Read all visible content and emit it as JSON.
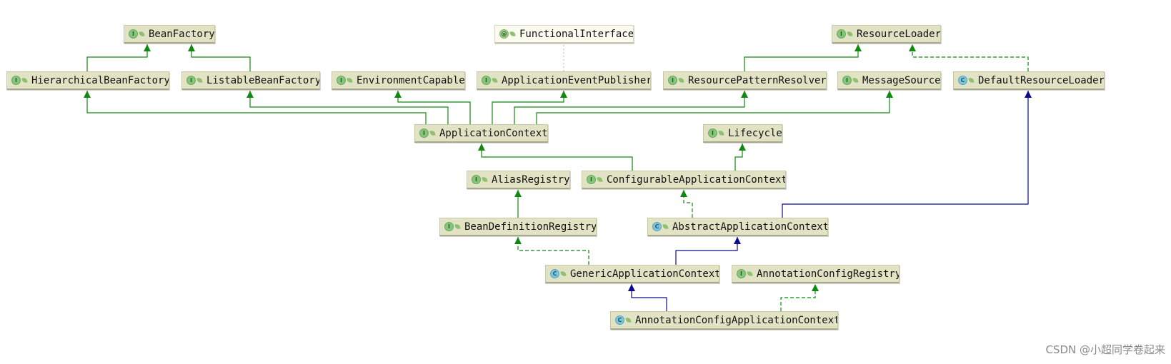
{
  "nodes": {
    "BeanFactory": {
      "label": "BeanFactory",
      "kind": "interface",
      "badge": "I"
    },
    "FunctionalInterface": {
      "label": "FunctionalInterface",
      "kind": "annotation",
      "badge": "@"
    },
    "ResourceLoader": {
      "label": "ResourceLoader",
      "kind": "interface",
      "badge": "I"
    },
    "HierarchicalBeanFactory": {
      "label": "HierarchicalBeanFactory",
      "kind": "interface",
      "badge": "I"
    },
    "ListableBeanFactory": {
      "label": "ListableBeanFactory",
      "kind": "interface",
      "badge": "I"
    },
    "EnvironmentCapable": {
      "label": "EnvironmentCapable",
      "kind": "interface",
      "badge": "I"
    },
    "ApplicationEventPublisher": {
      "label": "ApplicationEventPublisher",
      "kind": "interface",
      "badge": "I"
    },
    "ResourcePatternResolver": {
      "label": "ResourcePatternResolver",
      "kind": "interface",
      "badge": "I"
    },
    "MessageSource": {
      "label": "MessageSource",
      "kind": "interface",
      "badge": "I"
    },
    "DefaultResourceLoader": {
      "label": "DefaultResourceLoader",
      "kind": "class",
      "badge": "C"
    },
    "ApplicationContext": {
      "label": "ApplicationContext",
      "kind": "interface",
      "badge": "I"
    },
    "Lifecycle": {
      "label": "Lifecycle",
      "kind": "interface",
      "badge": "I"
    },
    "AliasRegistry": {
      "label": "AliasRegistry",
      "kind": "interface",
      "badge": "I"
    },
    "ConfigurableApplicationContext": {
      "label": "ConfigurableApplicationContext",
      "kind": "interface",
      "badge": "I"
    },
    "BeanDefinitionRegistry": {
      "label": "BeanDefinitionRegistry",
      "kind": "interface",
      "badge": "I"
    },
    "AbstractApplicationContext": {
      "label": "AbstractApplicationContext",
      "kind": "class",
      "badge": "C"
    },
    "GenericApplicationContext": {
      "label": "GenericApplicationContext",
      "kind": "class",
      "badge": "C"
    },
    "AnnotationConfigRegistry": {
      "label": "AnnotationConfigRegistry",
      "kind": "interface",
      "badge": "I"
    },
    "AnnotationConfigApplicationContext": {
      "label": "AnnotationConfigApplicationContext",
      "kind": "class",
      "badge": "C"
    }
  },
  "edges": [
    {
      "from": "HierarchicalBeanFactory",
      "to": "BeanFactory",
      "type": "extends"
    },
    {
      "from": "ListableBeanFactory",
      "to": "BeanFactory",
      "type": "extends"
    },
    {
      "from": "ResourcePatternResolver",
      "to": "ResourceLoader",
      "type": "extends"
    },
    {
      "from": "DefaultResourceLoader",
      "to": "ResourceLoader",
      "type": "implements"
    },
    {
      "from": "ApplicationEventPublisher",
      "to": "FunctionalInterface",
      "type": "annotated"
    },
    {
      "from": "ApplicationContext",
      "to": "HierarchicalBeanFactory",
      "type": "extends"
    },
    {
      "from": "ApplicationContext",
      "to": "ListableBeanFactory",
      "type": "extends"
    },
    {
      "from": "ApplicationContext",
      "to": "EnvironmentCapable",
      "type": "extends"
    },
    {
      "from": "ApplicationContext",
      "to": "ApplicationEventPublisher",
      "type": "extends"
    },
    {
      "from": "ApplicationContext",
      "to": "ResourcePatternResolver",
      "type": "extends"
    },
    {
      "from": "ApplicationContext",
      "to": "MessageSource",
      "type": "extends"
    },
    {
      "from": "ConfigurableApplicationContext",
      "to": "ApplicationContext",
      "type": "extends"
    },
    {
      "from": "ConfigurableApplicationContext",
      "to": "Lifecycle",
      "type": "extends"
    },
    {
      "from": "BeanDefinitionRegistry",
      "to": "AliasRegistry",
      "type": "extends"
    },
    {
      "from": "AbstractApplicationContext",
      "to": "ConfigurableApplicationContext",
      "type": "implements"
    },
    {
      "from": "AbstractApplicationContext",
      "to": "DefaultResourceLoader",
      "type": "class-extends"
    },
    {
      "from": "GenericApplicationContext",
      "to": "AbstractApplicationContext",
      "type": "class-extends"
    },
    {
      "from": "GenericApplicationContext",
      "to": "BeanDefinitionRegistry",
      "type": "implements"
    },
    {
      "from": "AnnotationConfigApplicationContext",
      "to": "GenericApplicationContext",
      "type": "class-extends"
    },
    {
      "from": "AnnotationConfigApplicationContext",
      "to": "AnnotationConfigRegistry",
      "type": "implements"
    }
  ],
  "colors": {
    "interface_edge": "#118811",
    "class_edge": "#0a0a8a",
    "annotation_edge": "#99cc99",
    "node_fill": "#e2e2c4"
  },
  "watermark": "CSDN @小超同学卷起来"
}
